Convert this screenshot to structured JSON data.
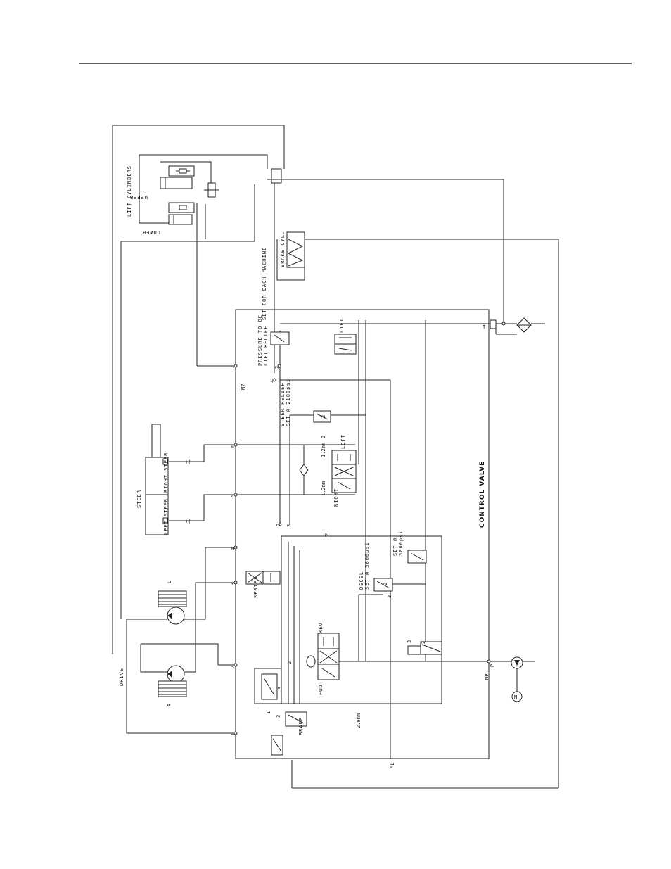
{
  "diagram": {
    "title": "CONTROL VALVE",
    "labels": {
      "lift_cylinders": "LIFT CYLINDERS",
      "upper": "UPPER",
      "lower": "LOWER",
      "brake_cyl": "BRAKE CYL.",
      "lift_relief": "LIFT RELIEF",
      "lift_relief_note": "PRESSURE TO BE",
      "lift_relief_note2": "SET FOR EACH MACHINE",
      "lift": "LIFT",
      "steer_relief": "STEER RELIEF",
      "steer_relief_set": "SET @ 2100psi",
      "steer": "STEER",
      "left_steer": "LEFT STEER",
      "right_steer": "RIGHT STEER",
      "left": "LEFT",
      "right": "RIGHT",
      "orifice_a": "1.2mm",
      "orifice_b": "1.2mm",
      "series": "SERIES",
      "decel": "DECEL",
      "decel_set": "SET @ 3000psi",
      "relief_set": "SET @",
      "relief_set2": "3000psi",
      "rev": "REV",
      "fwd": "FWD",
      "brake": "BRAKE",
      "orifice_c": "2.0mm",
      "drive": "DRIVE",
      "motor_l": "L",
      "motor_r": "R",
      "port_t": "T",
      "port_p": "P",
      "port_mp": "MP",
      "port_m7": "M7",
      "port_ml": "ML",
      "port_m": "M"
    },
    "port_numbers": [
      "1",
      "2",
      "3",
      "4",
      "5",
      "6",
      "7"
    ]
  }
}
